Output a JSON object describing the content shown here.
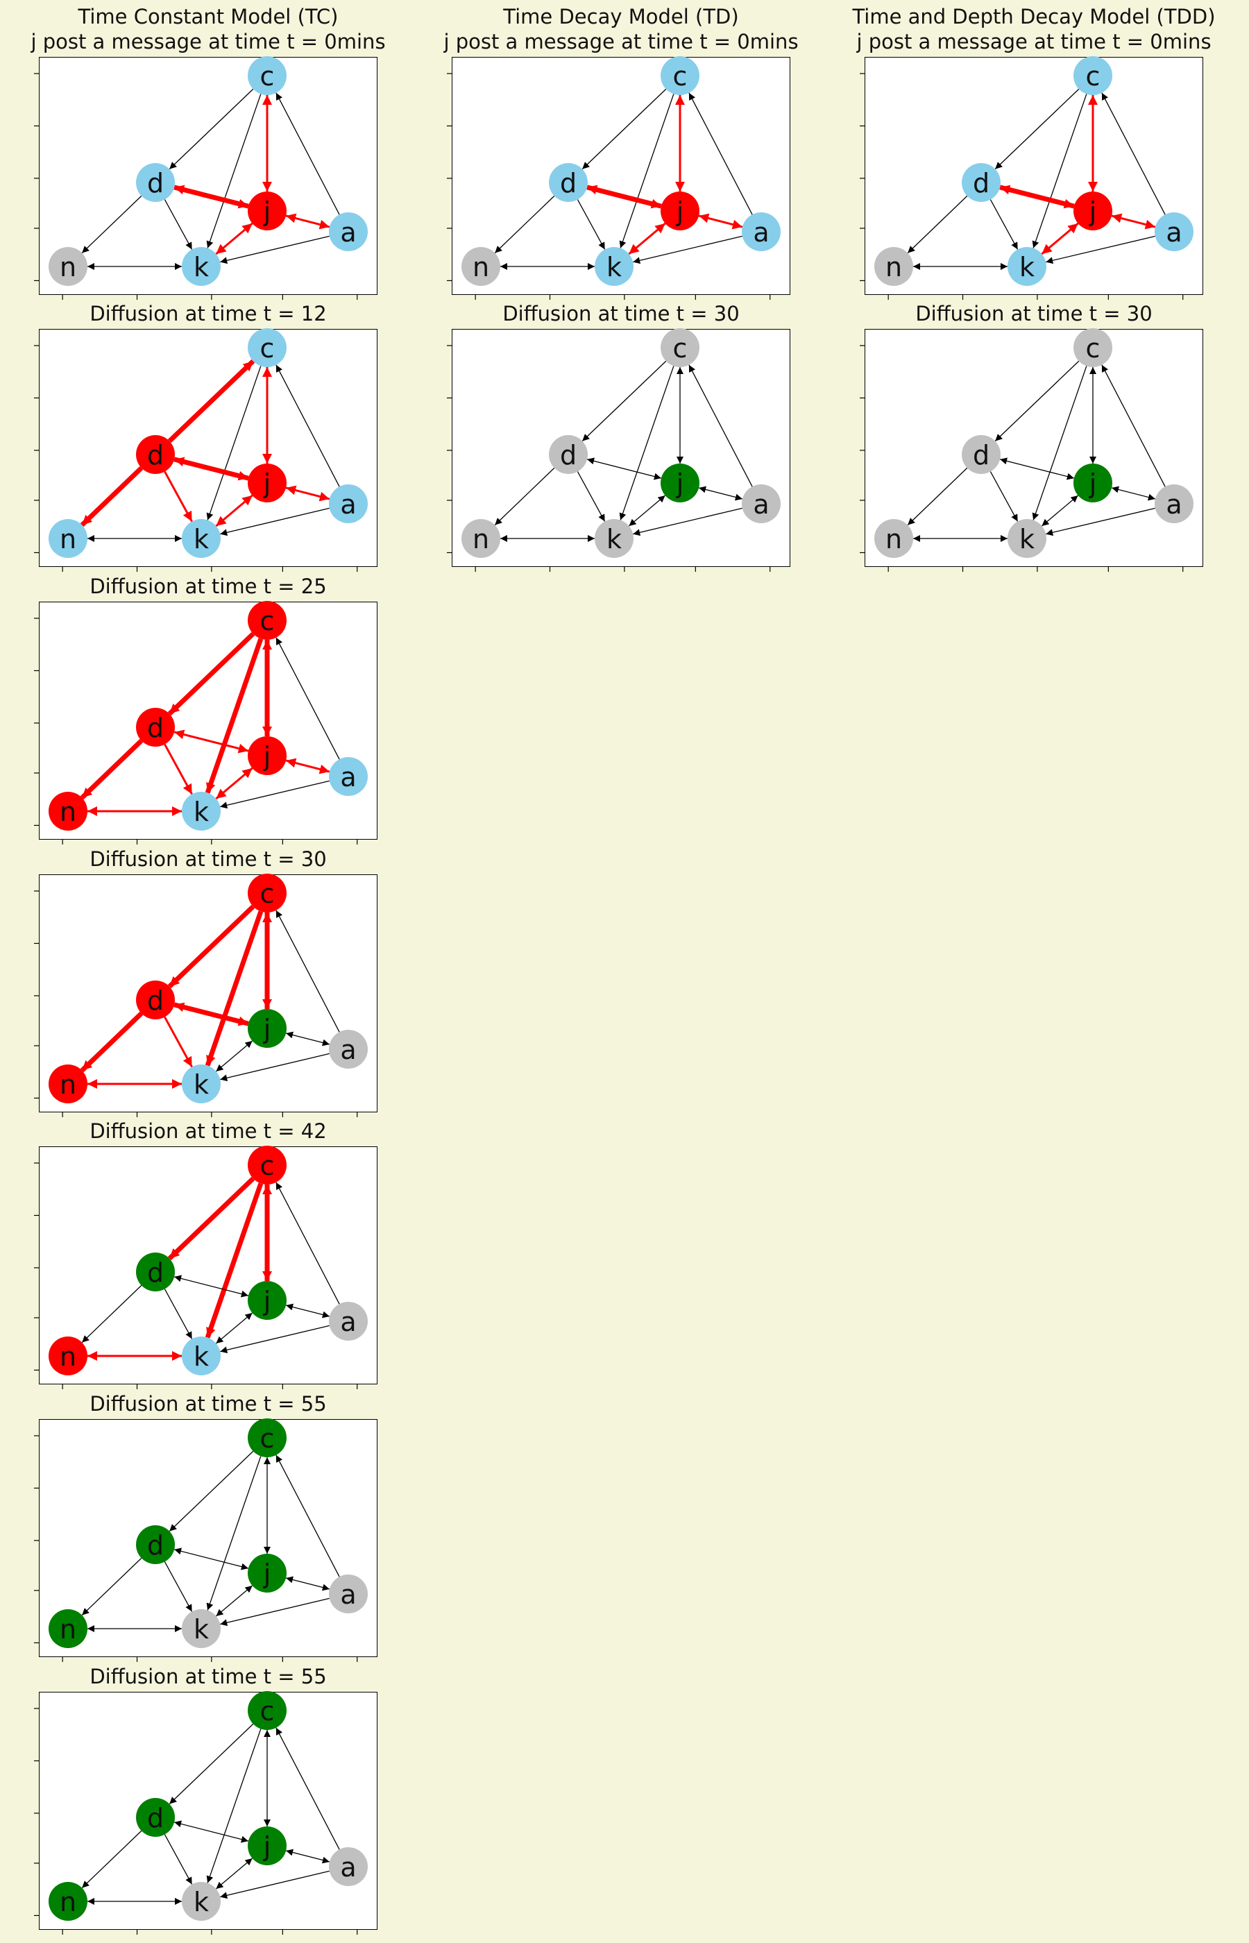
{
  "colors": {
    "background": "#f5f5dc",
    "susceptible": "#87ceeb",
    "infected": "#ff0000",
    "recovered": "#008000",
    "inactive": "#c0c0c0",
    "edge_active": "#ff0000",
    "edge_default": "#000000"
  },
  "nodes": [
    "c",
    "d",
    "j",
    "a",
    "n",
    "k"
  ],
  "panels": [
    {
      "title_line1": "Time Constant Model (TC)",
      "title_line2": "j post a message at time t = 0mins",
      "node_states": {
        "c": "susceptible",
        "d": "susceptible",
        "j": "infected",
        "a": "susceptible",
        "n": "inactive",
        "k": "susceptible"
      },
      "active_edges": [
        [
          "j",
          "c",
          "thin"
        ],
        [
          "j",
          "d",
          "thick"
        ],
        [
          "j",
          "a",
          "thin"
        ],
        [
          "j",
          "k",
          "thin"
        ]
      ]
    },
    {
      "title_line1": "Time Decay Model (TD)",
      "title_line2": "j post a message at time t = 0mins",
      "node_states": {
        "c": "susceptible",
        "d": "susceptible",
        "j": "infected",
        "a": "susceptible",
        "n": "inactive",
        "k": "susceptible"
      },
      "active_edges": [
        [
          "j",
          "c",
          "thin"
        ],
        [
          "j",
          "d",
          "thick"
        ],
        [
          "j",
          "a",
          "thin"
        ],
        [
          "j",
          "k",
          "thin"
        ]
      ]
    },
    {
      "title_line1": "Time and Depth Decay Model (TDD)",
      "title_line2": "j post a message at time t = 0mins",
      "node_states": {
        "c": "susceptible",
        "d": "susceptible",
        "j": "infected",
        "a": "susceptible",
        "n": "inactive",
        "k": "susceptible"
      },
      "active_edges": [
        [
          "j",
          "c",
          "thin"
        ],
        [
          "j",
          "d",
          "thick"
        ],
        [
          "j",
          "a",
          "thin"
        ],
        [
          "j",
          "k",
          "thin"
        ]
      ]
    },
    {
      "title_line1": "Diffusion at time t = 12",
      "node_states": {
        "c": "susceptible",
        "d": "infected",
        "j": "infected",
        "a": "susceptible",
        "n": "susceptible",
        "k": "susceptible"
      },
      "active_edges": [
        [
          "d",
          "c",
          "thick"
        ],
        [
          "d",
          "n",
          "thick"
        ],
        [
          "d",
          "j",
          "thick"
        ],
        [
          "d",
          "k",
          "thin"
        ],
        [
          "j",
          "c",
          "thin"
        ],
        [
          "j",
          "a",
          "thin"
        ],
        [
          "j",
          "k",
          "thin"
        ]
      ]
    },
    {
      "title_line1": "Diffusion at time t = 30",
      "node_states": {
        "c": "inactive",
        "d": "inactive",
        "j": "recovered",
        "a": "inactive",
        "n": "inactive",
        "k": "inactive"
      },
      "active_edges": []
    },
    {
      "title_line1": "Diffusion at time t = 30",
      "node_states": {
        "c": "inactive",
        "d": "inactive",
        "j": "recovered",
        "a": "inactive",
        "n": "inactive",
        "k": "inactive"
      },
      "active_edges": []
    },
    {
      "title_line1": "Diffusion at time t = 25",
      "node_states": {
        "c": "infected",
        "d": "infected",
        "j": "infected",
        "a": "susceptible",
        "n": "infected",
        "k": "susceptible"
      },
      "active_edges": [
        [
          "c",
          "d",
          "thick"
        ],
        [
          "c",
          "j",
          "thick"
        ],
        [
          "c",
          "k",
          "thick"
        ],
        [
          "d",
          "n",
          "thick"
        ],
        [
          "d",
          "j",
          "thin"
        ],
        [
          "d",
          "k",
          "thin"
        ],
        [
          "j",
          "a",
          "thin"
        ],
        [
          "j",
          "k",
          "thin"
        ],
        [
          "n",
          "k",
          "thin"
        ]
      ]
    },
    {
      "title_line1": "Diffusion at time t = 30",
      "node_states": {
        "c": "infected",
        "d": "infected",
        "j": "recovered",
        "a": "inactive",
        "n": "infected",
        "k": "susceptible"
      },
      "active_edges": [
        [
          "c",
          "d",
          "thick"
        ],
        [
          "c",
          "j",
          "thick"
        ],
        [
          "c",
          "k",
          "thick"
        ],
        [
          "d",
          "n",
          "thick"
        ],
        [
          "d",
          "j",
          "thick"
        ],
        [
          "d",
          "k",
          "thin"
        ],
        [
          "n",
          "k",
          "thin"
        ]
      ]
    },
    {
      "title_line1": "Diffusion at time t = 42",
      "node_states": {
        "c": "infected",
        "d": "recovered",
        "j": "recovered",
        "a": "inactive",
        "n": "infected",
        "k": "susceptible"
      },
      "active_edges": [
        [
          "c",
          "d",
          "thick"
        ],
        [
          "c",
          "j",
          "thick"
        ],
        [
          "c",
          "k",
          "thick"
        ],
        [
          "n",
          "k",
          "thin"
        ]
      ]
    },
    {
      "title_line1": "Diffusion at time t = 55",
      "node_states": {
        "c": "recovered",
        "d": "recovered",
        "j": "recovered",
        "a": "inactive",
        "n": "recovered",
        "k": "inactive"
      },
      "active_edges": []
    },
    {
      "title_line1": "Diffusion at time t = 55",
      "node_states": {
        "c": "recovered",
        "d": "recovered",
        "j": "recovered",
        "a": "inactive",
        "n": "recovered",
        "k": "inactive"
      },
      "active_edges": []
    }
  ]
}
